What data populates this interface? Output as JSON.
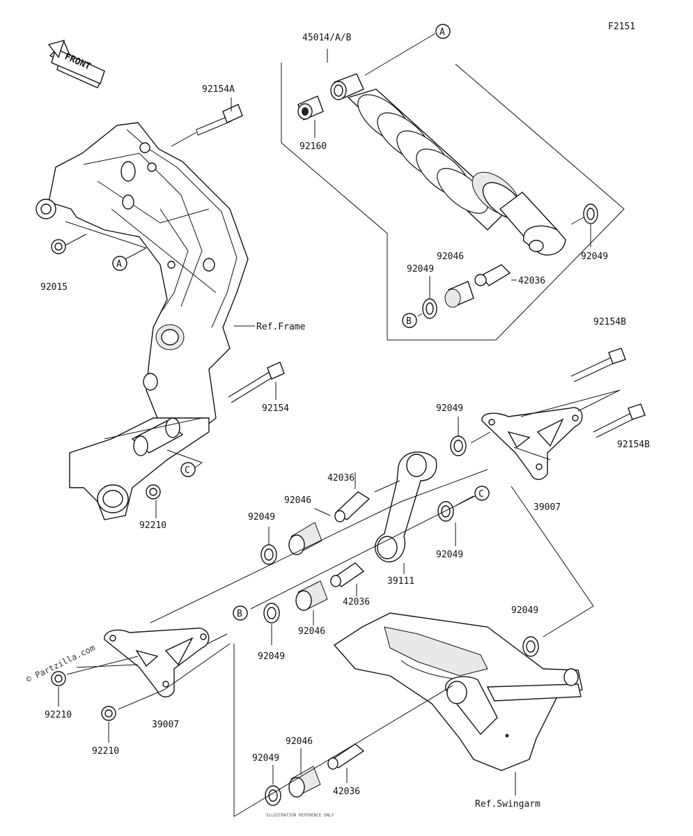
{
  "diagram_id": "F2151",
  "front_arrow_text": "FRONT",
  "watermark": "© Partzilla.com",
  "ref_labels": {
    "frame": "Ref.Frame",
    "swingarm": "Ref.Swingarm"
  },
  "callouts": {
    "a_top": "A",
    "a_frame": "A",
    "b_shock": "B",
    "b_link": "B",
    "c_frame": "C",
    "c_link": "C"
  },
  "parts": {
    "p45014": "45014/A/B",
    "p92160": "92160",
    "p92154a": "92154A",
    "p92015": "92015",
    "p92046_shock": "92046",
    "p92049_shock_right": "92049",
    "p92049_shock_left": "92049",
    "p42036_shock": "42036",
    "p92154b_top": "92154B",
    "p92154b_right": "92154B",
    "p92154": "92154",
    "p92210_frame": "92210",
    "p92049_rod_top": "92049",
    "p39007_right": "39007",
    "p42036_rod": "42036",
    "p92046_rod": "92046",
    "p92049_rod_left": "92049",
    "p92049_rod_right": "92049",
    "p39111": "39111",
    "p42036_rod_low": "42036",
    "p92046_rod_low": "92046",
    "p92049_rod_low": "92049",
    "p92049_swing": "92049",
    "p92210_left": "92210",
    "p92210_bottom": "92210",
    "p39007_left": "39007",
    "p92046_bottom": "92046",
    "p92049_bottom": "92049",
    "p42036_bottom": "42036"
  },
  "fineprint": "ILLUSTRATION REFERENCE ONLY"
}
